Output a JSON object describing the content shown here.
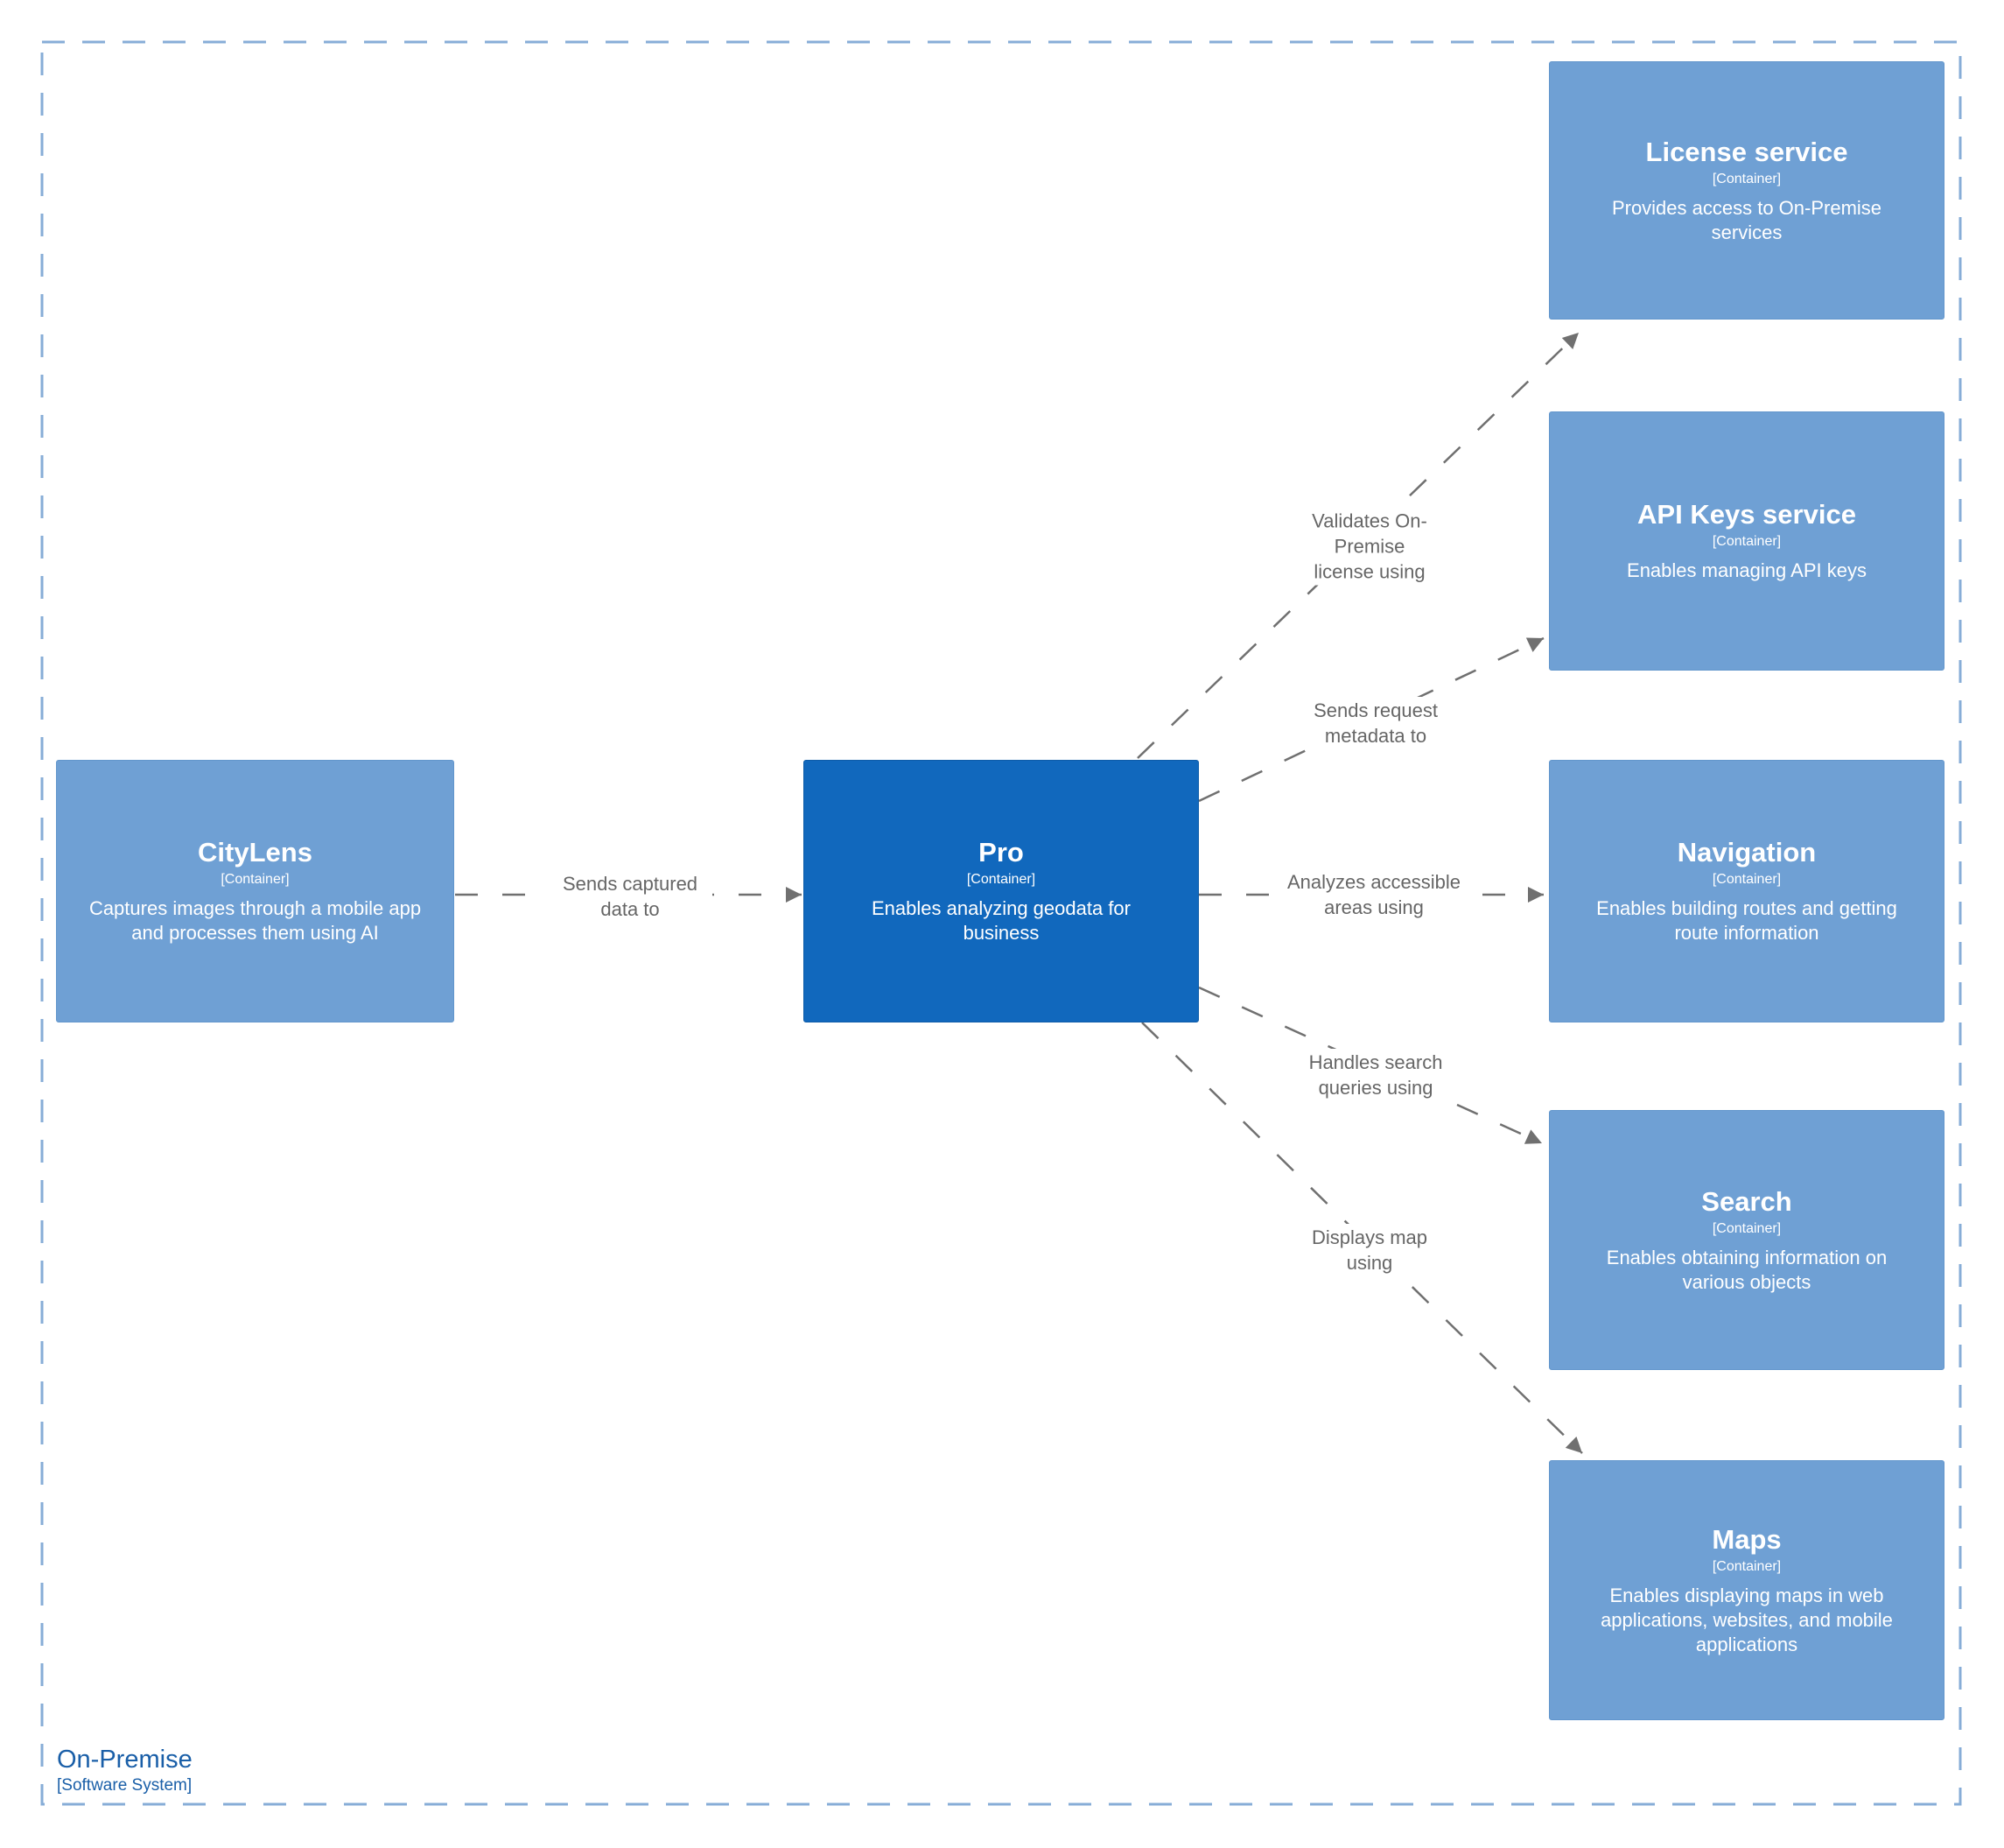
{
  "diagram": {
    "boundary": {
      "name": "On-Premise",
      "type_label": "[Software System]"
    },
    "nodes": [
      {
        "id": "citylens",
        "title": "CityLens",
        "type_label": "[Container]",
        "description": "Captures images through a mobile app and processes them using AI",
        "variant": "secondary"
      },
      {
        "id": "pro",
        "title": "Pro",
        "type_label": "[Container]",
        "description": "Enables analyzing geodata for business",
        "variant": "primary"
      },
      {
        "id": "license",
        "title": "License service",
        "type_label": "[Container]",
        "description": "Provides access to On-Premise services",
        "variant": "secondary"
      },
      {
        "id": "apikeys",
        "title": "API Keys service",
        "type_label": "[Container]",
        "description": "Enables managing API keys",
        "variant": "secondary"
      },
      {
        "id": "navigation",
        "title": "Navigation",
        "type_label": "[Container]",
        "description": "Enables building routes and getting route information",
        "variant": "secondary"
      },
      {
        "id": "search",
        "title": "Search",
        "type_label": "[Container]",
        "description": "Enables obtaining information on various objects",
        "variant": "secondary"
      },
      {
        "id": "maps",
        "title": "Maps",
        "type_label": "[Container]",
        "description": "Enables displaying maps in web applications, websites, and mobile applications",
        "variant": "secondary"
      }
    ],
    "edges": [
      {
        "from": "citylens",
        "to": "pro",
        "label": "Sends captured data to"
      },
      {
        "from": "pro",
        "to": "license",
        "label": "Validates On-Premise license using"
      },
      {
        "from": "pro",
        "to": "apikeys",
        "label": "Sends request metadata to"
      },
      {
        "from": "pro",
        "to": "navigation",
        "label": "Analyzes accessible areas using"
      },
      {
        "from": "pro",
        "to": "search",
        "label": "Handles search queries using"
      },
      {
        "from": "pro",
        "to": "maps",
        "label": "Displays map using"
      }
    ],
    "colors": {
      "primary_box": "#1168BD",
      "secondary_box": "#6FA0D4",
      "edge_line": "#707070",
      "edge_label_text": "#666666",
      "boundary_border": "#87ADD7",
      "boundary_label_text": "#1A5FA8"
    }
  }
}
